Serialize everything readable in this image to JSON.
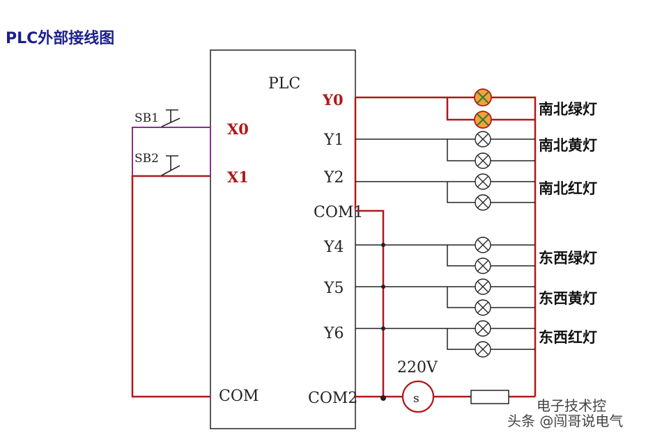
{
  "title": "PLC外部接线图",
  "plc": {
    "label": "PLC",
    "inputs": [
      "X0",
      "X1"
    ],
    "input_com": "COM",
    "outputs": [
      "Y0",
      "Y1",
      "Y2",
      "COM1",
      "Y4",
      "Y5",
      "Y6",
      "COM2"
    ]
  },
  "switches": [
    "SB1",
    "SB2"
  ],
  "supply": {
    "voltage": "220V",
    "symbol": "s"
  },
  "lamp_groups": [
    "南北绿灯",
    "南北黄灯",
    "南北红灯",
    "东西绿灯",
    "东西黄灯",
    "东西红灯"
  ],
  "watermark": {
    "brand": "电子技术控",
    "source": "头条 @闯哥说电气"
  },
  "colors": {
    "wire_red": "#b01818",
    "wire_purple": "#8a2f8a",
    "wire_black": "#222222",
    "title": "#1b1f8c",
    "lamp_active": "#f2a23a"
  }
}
